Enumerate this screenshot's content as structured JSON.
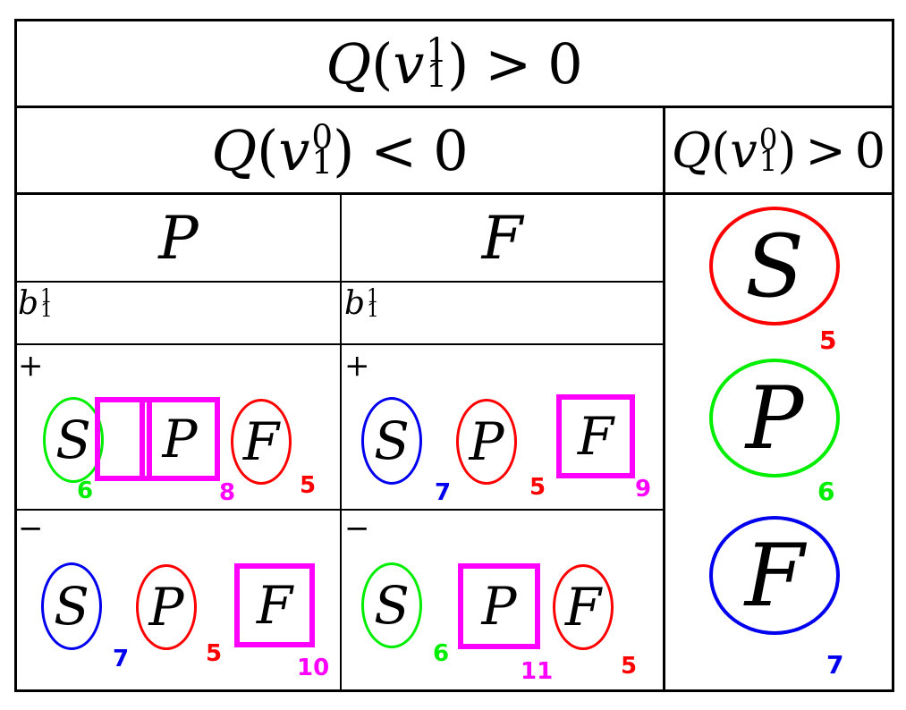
{
  "colors": {
    "green": "#00ee00",
    "red": "#ff0000",
    "blue": "#0000ee",
    "magenta": "#ff00ff",
    "border": "#000000"
  },
  "header": {
    "top": {
      "func": "Q",
      "var": "v",
      "sup": "1",
      "sub": "1",
      "op": ">",
      "rhs": "0"
    },
    "left": {
      "func": "Q",
      "var": "v",
      "sup": "0",
      "sub": "1",
      "op": "<",
      "rhs": "0"
    },
    "right": {
      "func": "Q",
      "var": "v",
      "sup": "0",
      "sub": "1",
      "op": ">",
      "rhs": "0"
    }
  },
  "columns": [
    {
      "label": "P",
      "param": {
        "var": "b",
        "sup": "1",
        "sub": "1"
      }
    },
    {
      "label": "F",
      "param": {
        "var": "b",
        "sup": "1",
        "sub": "1"
      }
    }
  ],
  "signs": {
    "plus": "+",
    "minus": "−"
  },
  "cells": {
    "P_plus": [
      {
        "letter": "S",
        "shape": "circle",
        "color": "green",
        "value": "6"
      },
      {
        "letter": "P",
        "shape": "square",
        "color": "magenta",
        "value": "8"
      },
      {
        "letter": "F",
        "shape": "circle",
        "color": "red",
        "value": "5"
      }
    ],
    "F_plus": [
      {
        "letter": "S",
        "shape": "circle",
        "color": "blue",
        "value": "7"
      },
      {
        "letter": "P",
        "shape": "circle",
        "color": "red",
        "value": "5"
      },
      {
        "letter": "F",
        "shape": "square",
        "color": "magenta",
        "value": "9"
      }
    ],
    "P_minus": [
      {
        "letter": "S",
        "shape": "circle",
        "color": "blue",
        "value": "7"
      },
      {
        "letter": "P",
        "shape": "circle",
        "color": "red",
        "value": "5"
      },
      {
        "letter": "F",
        "shape": "square",
        "color": "magenta",
        "value": "10"
      }
    ],
    "F_minus": [
      {
        "letter": "S",
        "shape": "circle",
        "color": "green",
        "value": "6"
      },
      {
        "letter": "P",
        "shape": "square",
        "color": "magenta",
        "value": "11"
      },
      {
        "letter": "F",
        "shape": "circle",
        "color": "red",
        "value": "5"
      }
    ],
    "right": [
      {
        "letter": "S",
        "shape": "circle",
        "color": "red",
        "value": "5"
      },
      {
        "letter": "P",
        "shape": "circle",
        "color": "green",
        "value": "6"
      },
      {
        "letter": "F",
        "shape": "circle",
        "color": "blue",
        "value": "7"
      }
    ]
  }
}
